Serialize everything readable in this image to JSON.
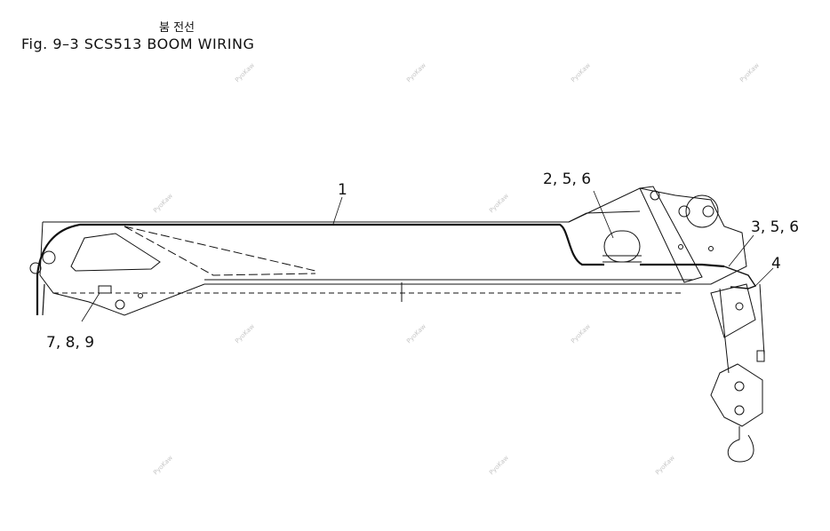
{
  "title": {
    "korean": "붐 전선",
    "english": "Fig. 9–3 SCS513 BOOM WIRING"
  },
  "callouts": [
    {
      "id": "c1",
      "label": "1"
    },
    {
      "id": "c2",
      "label": "2, 5, 6"
    },
    {
      "id": "c3",
      "label": "3, 5, 6"
    },
    {
      "id": "c4",
      "label": "4"
    },
    {
      "id": "c5",
      "label": "7, 8, 9"
    }
  ],
  "watermark": "PyoKaw",
  "colors": {
    "line": "#111111",
    "watermark": "#c6c6c6"
  }
}
